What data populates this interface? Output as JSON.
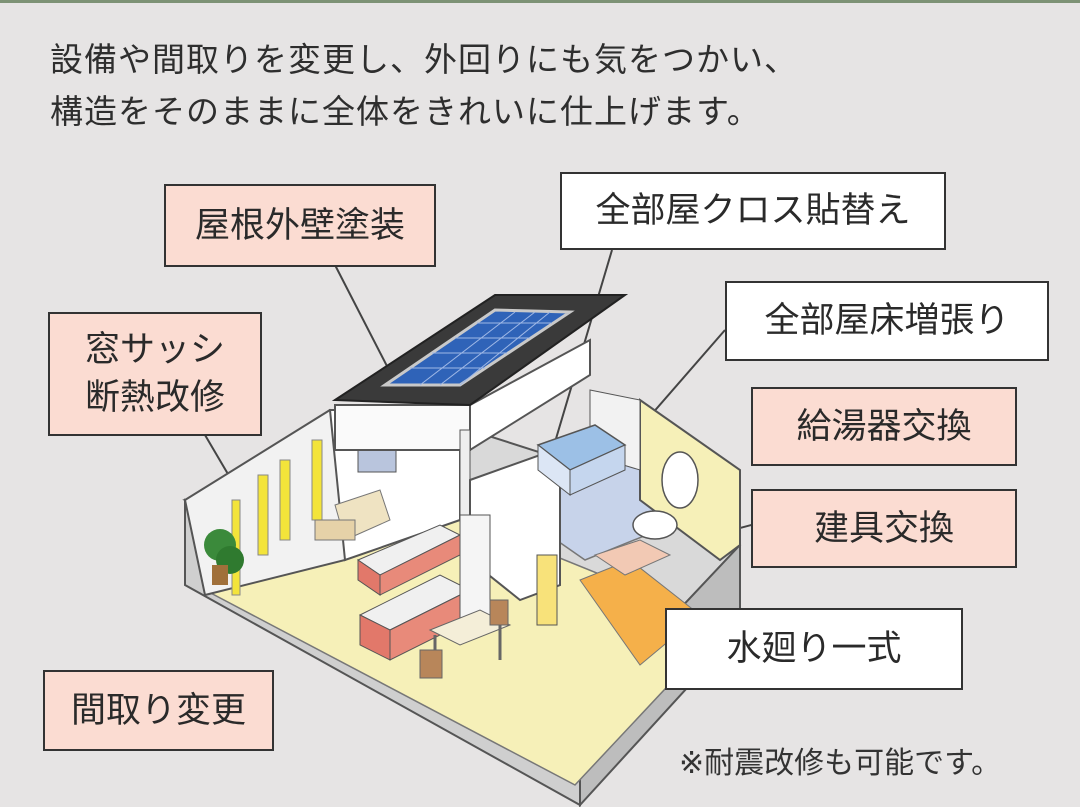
{
  "intro": {
    "line1": "設備や間取りを変更し、外回りにも気をつかい、",
    "line2": "構造をそのままに全体をきれいに仕上げます。"
  },
  "labels": {
    "roof_wall_paint": "屋根外壁塗装",
    "window_sash_1": "窓サッシ",
    "window_sash_2": "断熱改修",
    "all_room_cloth": "全部屋クロス貼替え",
    "all_room_floor": "全部屋床増張り",
    "water_heater": "給湯器交換",
    "fittings": "建具交換",
    "plumbing": "水廻り一式",
    "layout_change": "間取り変更"
  },
  "note": "※耐震改修も可能です。",
  "colors": {
    "background": "#e6e4e4",
    "pink_label": "#fbdcd2",
    "white_label": "#ffffff",
    "floor_yellow": "#f6f0b8",
    "solar_blue": "#2f63b8",
    "bath_blue": "#c7d3ea",
    "accent_green": "#7d9275"
  }
}
